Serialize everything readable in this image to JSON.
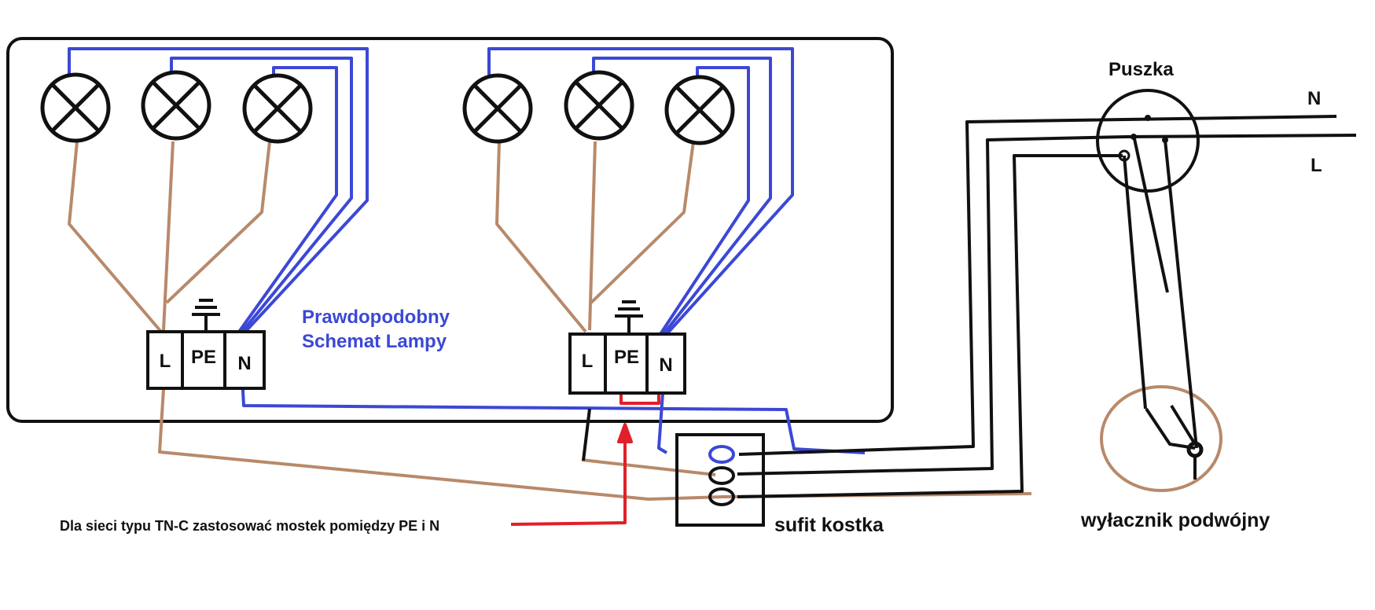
{
  "labels": {
    "title_line1": "Prawdopodobny",
    "title_line2": "Schemat Lampy",
    "puszka": "Puszka",
    "n_line": "N",
    "l_line": "L",
    "sufit_kostka": "sufit kostka",
    "switch": "wyłacznik podwójny",
    "tn_c_note": "Dla sieci typu TN-C zastosować mostek pomiędzy PE i N"
  },
  "terminal_blocks": [
    {
      "terminals": [
        "L",
        "PE",
        "N"
      ]
    },
    {
      "terminals": [
        "L",
        "PE",
        "N"
      ]
    }
  ],
  "colors": {
    "brown": "#b8896a",
    "blue": "#3b48d6",
    "black": "#111111",
    "red": "#e0202a",
    "title_blue": "#3b48d6"
  }
}
